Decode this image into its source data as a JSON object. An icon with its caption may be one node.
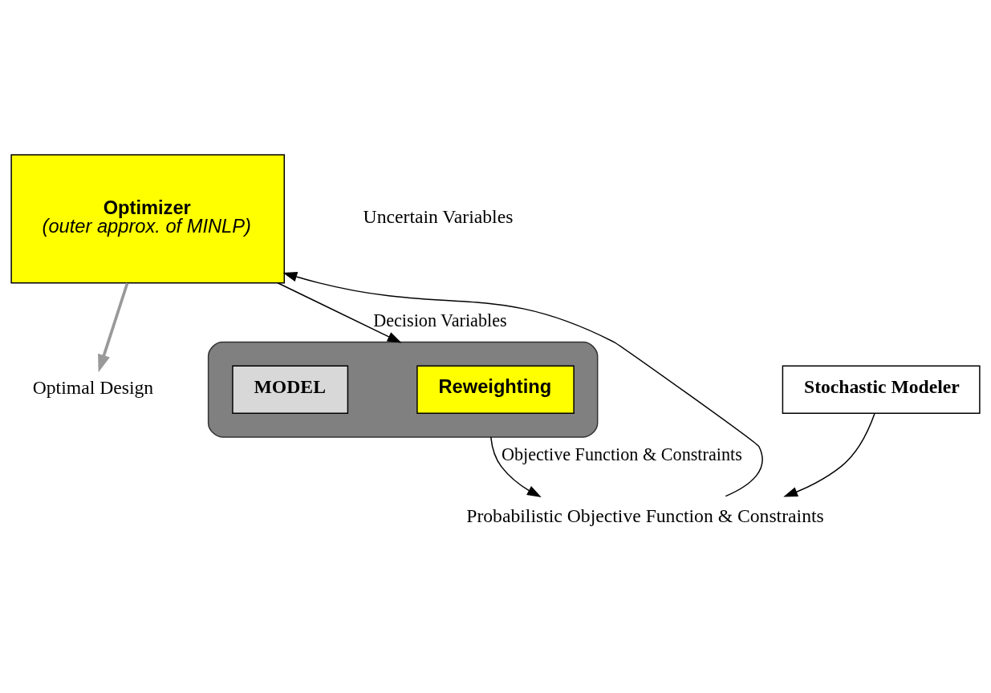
{
  "diagram": {
    "nodes": [
      {
        "text": [
          "Optimizer",
          "(outer approx. of MINLP)"
        ]
      },
      {
        "text": [
          "Optimal Design"
        ]
      },
      {
        "text": [
          "Probabilistic Objective Function & Constraints"
        ]
      },
      {
        "text": [
          "Stochastic Modeler"
        ]
      },
      {
        "text": [],
        "shape": "ellipse"
      },
      {
        "text": [
          "Reweighting"
        ],
        "in": 4
      },
      {
        "text": [
          "MODEL"
        ],
        "in": 4
      }
    ],
    "edges": [
      {
        "from": 0,
        "to": 1,
        "arrow": "to",
        "color": "#999999",
        "style": "thick"
      },
      {
        "from": 0,
        "to": 4,
        "arrow": "to",
        "label": "Decision Variables"
      },
      {
        "from": 3,
        "to": 2,
        "arrow": "to"
      },
      {
        "from": 2,
        "to": 0,
        "arrow": "to"
      },
      {
        "from": 4,
        "to": 2,
        "arrow": "to",
        "label": "Objective Function & Constraints"
      }
    ],
    "labels": [
      "Uncertain Variables"
    ]
  }
}
